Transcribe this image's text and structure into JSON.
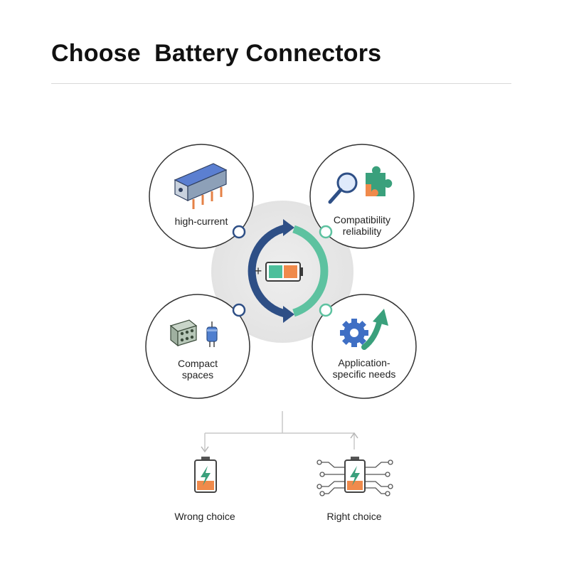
{
  "title": "Choose  Battery Connectors",
  "nodes": {
    "top_left": {
      "label": "high-current",
      "icon": "connector-block-icon"
    },
    "top_right": {
      "line1": "Compatibility",
      "line2": "reliability",
      "icons": [
        "magnifier-icon",
        "puzzle-piece-icon"
      ]
    },
    "bottom_left": {
      "line1": "Compact",
      "line2": "spaces",
      "icons": [
        "mini-connector-icon",
        "capacitor-icon"
      ]
    },
    "bottom_right": {
      "line1": "Application-",
      "line2": "specific needs",
      "icons": [
        "gear-icon",
        "up-arrow-icon"
      ]
    }
  },
  "center": {
    "plus": "+",
    "icon": "battery-icon",
    "colors": [
      "#4dbf9b",
      "#f08a4b"
    ]
  },
  "outcomes": {
    "wrong": {
      "label": "Wrong choice",
      "icon": "low-battery-icon"
    },
    "right": {
      "label": "Right choice",
      "icon": "smart-battery-icon"
    }
  },
  "colors": {
    "navy": "#2e4f86",
    "teal": "#5dc2a0",
    "orange": "#f08a4b",
    "blue": "#4f7fcf",
    "green": "#3aa07c"
  }
}
